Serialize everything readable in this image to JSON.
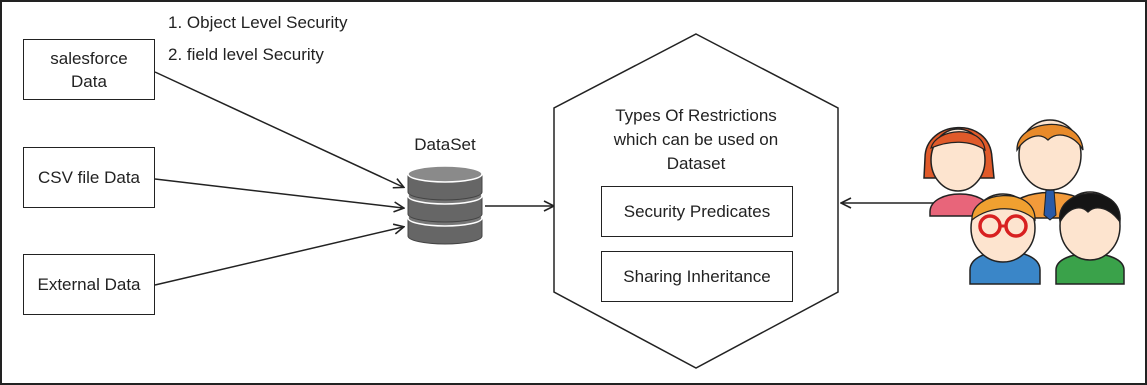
{
  "sources": [
    {
      "label": "salesforce\nData"
    },
    {
      "label": "CSV file Data"
    },
    {
      "label": "External Data"
    }
  ],
  "security_notes": [
    "1. Object Level Security",
    "2. field level Security"
  ],
  "dataset": {
    "label": "DataSet",
    "icon": "database-icon"
  },
  "restrictions": {
    "title": "Types Of Restrictions\nwhich can be used on\nDataset",
    "items": [
      "Security Predicates",
      "Sharing Inheritance"
    ]
  },
  "users": {
    "icon": "users-group-icon"
  },
  "colors": {
    "line": "#222222",
    "database": "#666666",
    "skin": "#fde4cf",
    "hair_red": "#e05a2a",
    "hair_orange": "#e88a2a",
    "hair_black": "#151515",
    "shirt_pink": "#e8657a",
    "shirt_orange": "#f29a3a",
    "shirt_blue": "#3a86c8",
    "shirt_green": "#3aa24a"
  }
}
